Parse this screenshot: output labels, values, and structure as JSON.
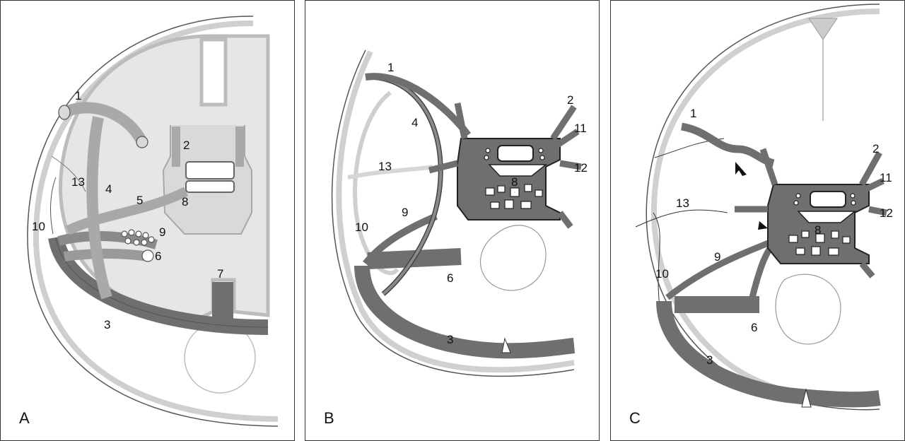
{
  "colors": {
    "vessel": "#6f6f6f",
    "vessel_outline": "#2b2b2b",
    "light_vessel": "#bdbdbd",
    "brain_fill": "#e7e7e7",
    "skull": "#d6d6d6",
    "frame": "#333333"
  },
  "panels": [
    {
      "letter": "A",
      "labels": [
        "1",
        "2",
        "3",
        "4",
        "5",
        "6",
        "7",
        "8",
        "9",
        "10",
        "13"
      ]
    },
    {
      "letter": "B",
      "labels": [
        "1",
        "2",
        "3",
        "4",
        "6",
        "8",
        "9",
        "10",
        "11",
        "12",
        "13"
      ]
    },
    {
      "letter": "C",
      "labels": [
        "1",
        "2",
        "3",
        "6",
        "8",
        "9",
        "10",
        "11",
        "12",
        "13"
      ]
    }
  ]
}
